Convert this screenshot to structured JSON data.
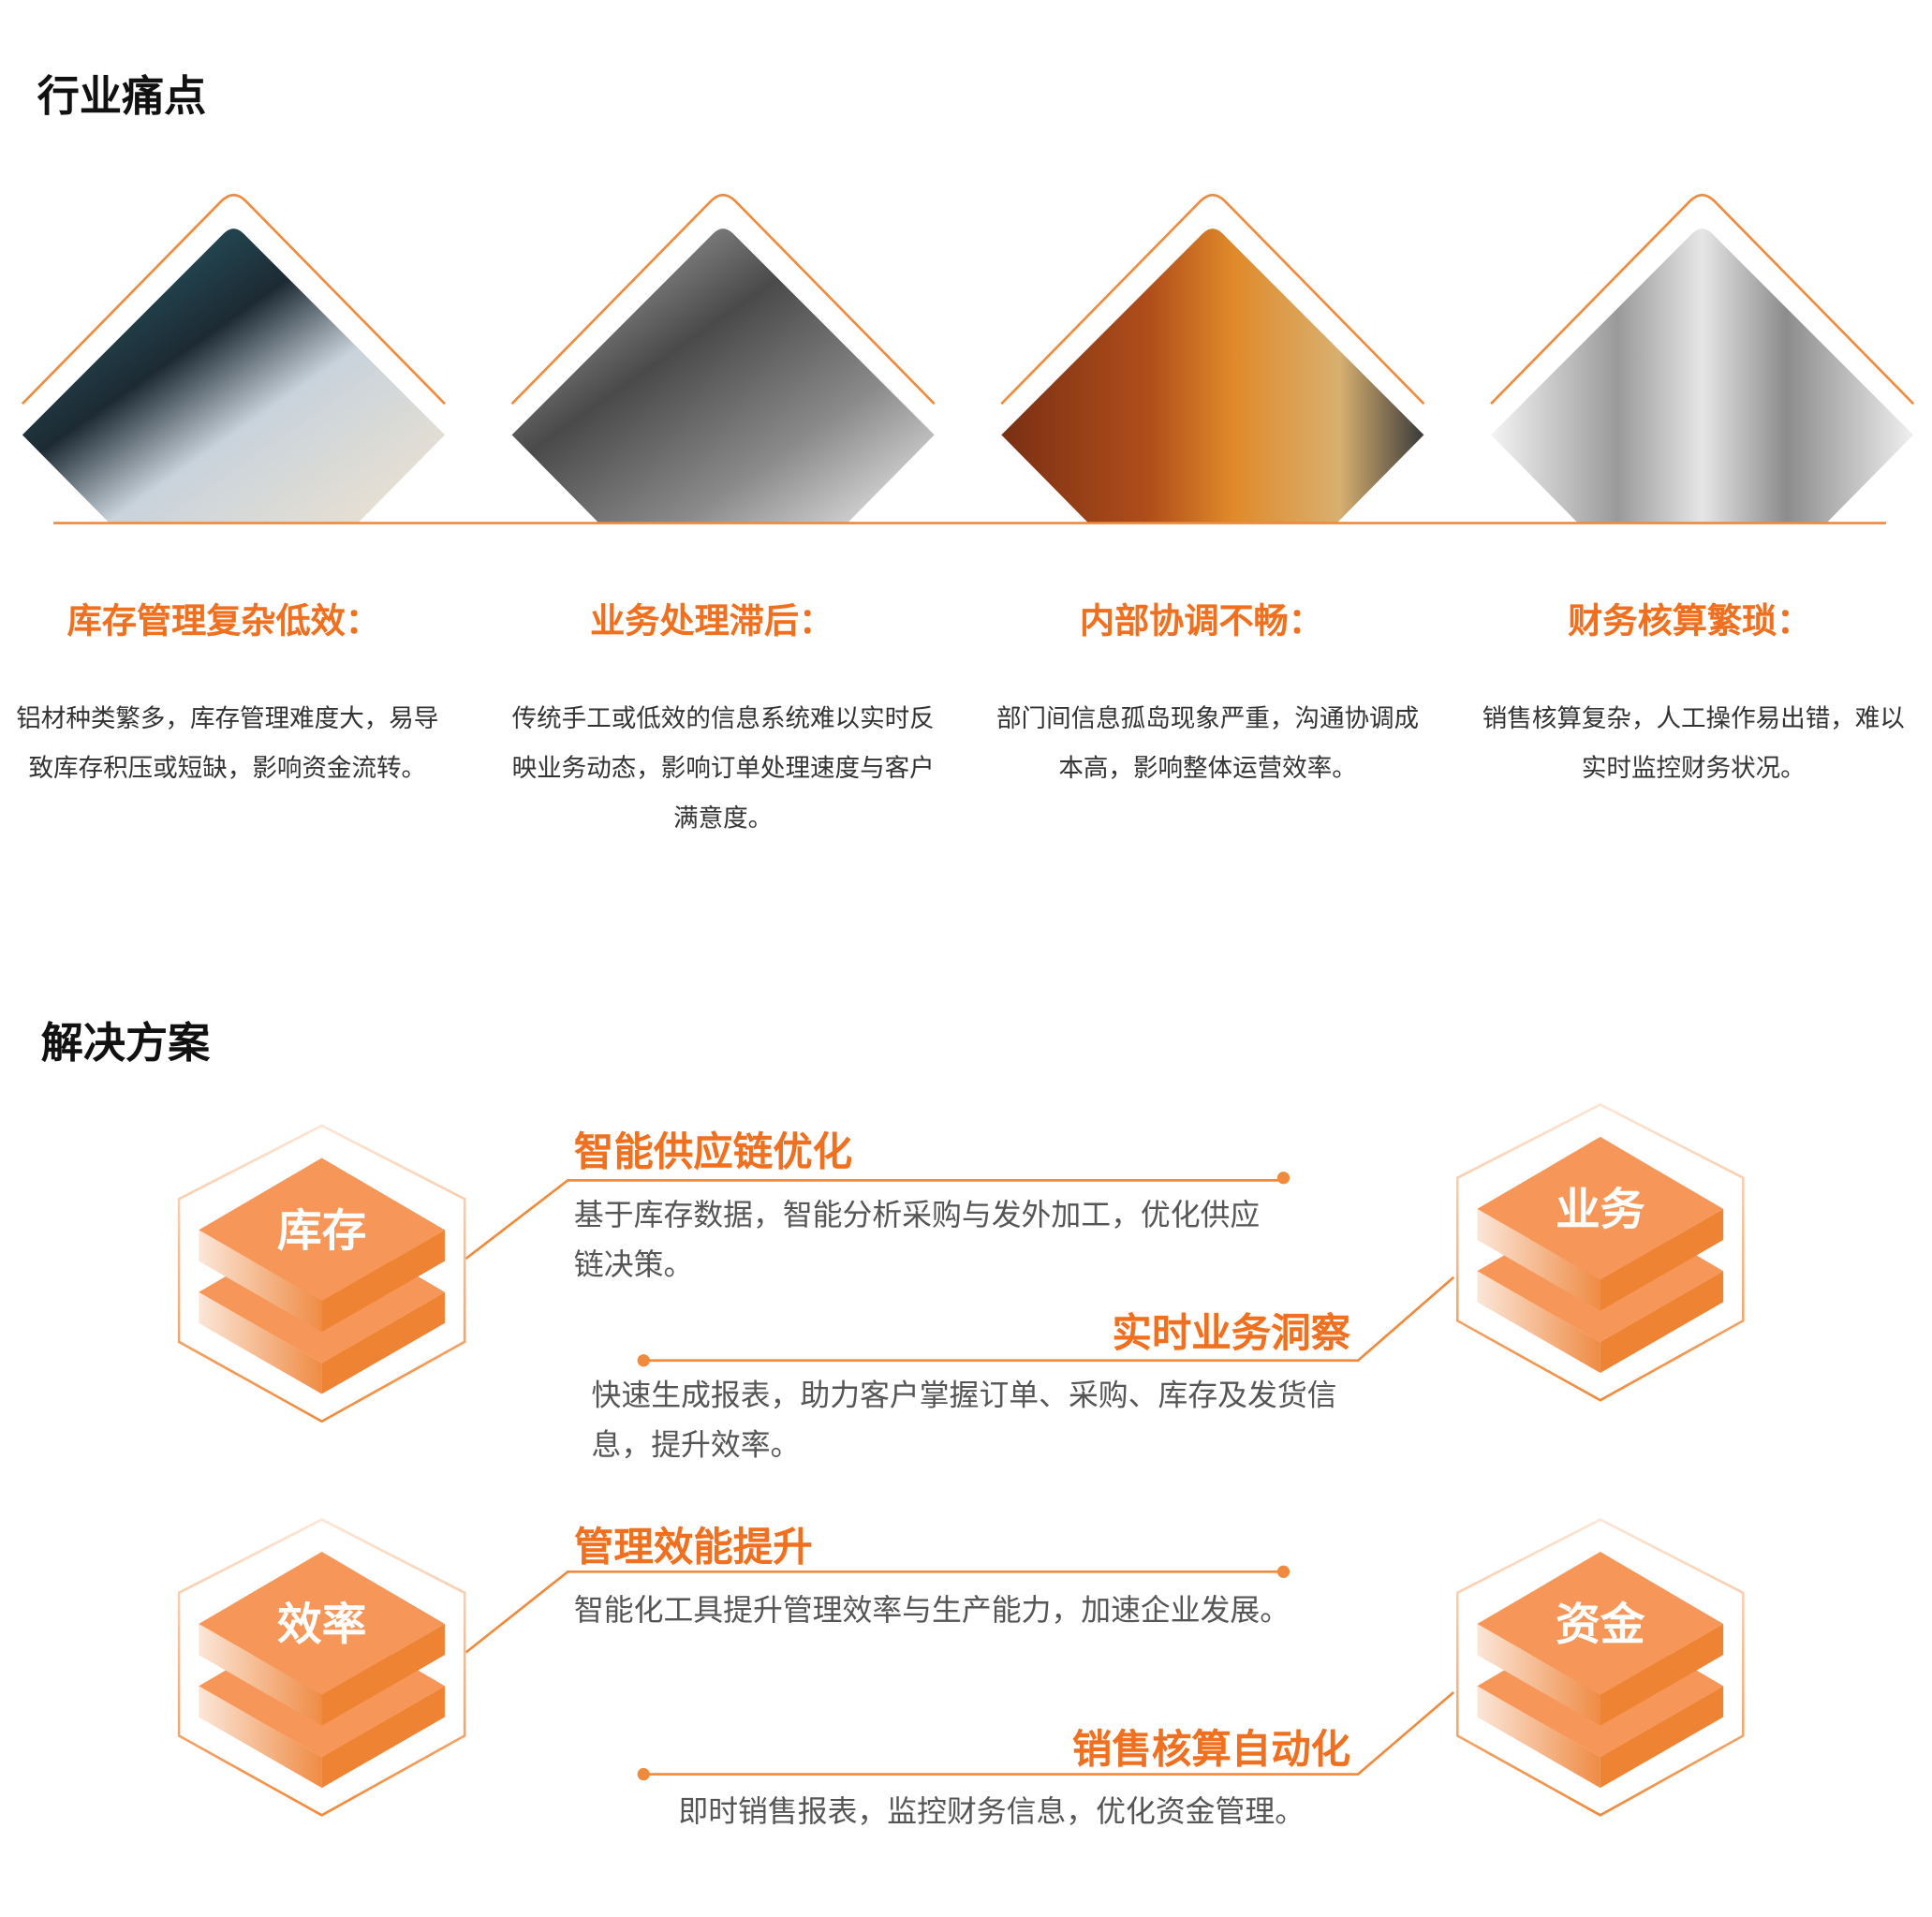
{
  "pain_points": {
    "title": "行业痛点",
    "items": [
      {
        "heading": "库存管理复杂低效：",
        "body": "铝材种类繁多，库存管理难度大，易导致库存积压或短缺，影响资金流转。"
      },
      {
        "heading": "业务处理滞后：",
        "body": "传统手工或低效的信息系统难以实时反映业务动态，影响订单处理速度与客户满意度。"
      },
      {
        "heading": "内部协调不畅：",
        "body": "部门间信息孤岛现象严重，沟通协调成本高，影响整体运营效率。"
      },
      {
        "heading": "财务核算繁琐：",
        "body": "销售核算复杂，人工操作易出错，难以实时监控财务状况。"
      }
    ]
  },
  "solutions": {
    "title": "解决方案",
    "badges": [
      "库存",
      "业务",
      "效率",
      "资金"
    ],
    "items": [
      {
        "title": "智能供应链优化",
        "desc": "基于库存数据，智能分析采购与发外加工，优化供应链决策。"
      },
      {
        "title": "实时业务洞察",
        "desc": "快速生成报表，助力客户掌握订单、采购、库存及发货信息，提升效率。"
      },
      {
        "title": "管理效能提升",
        "desc": "智能化工具提升管理效率与生产能力，加速企业发展。"
      },
      {
        "title": "销售核算自动化",
        "desc": "即时销售报表，监控财务信息，优化资金管理。"
      }
    ]
  },
  "colors": {
    "accent": "#f07020",
    "line": "#f08a3c"
  }
}
